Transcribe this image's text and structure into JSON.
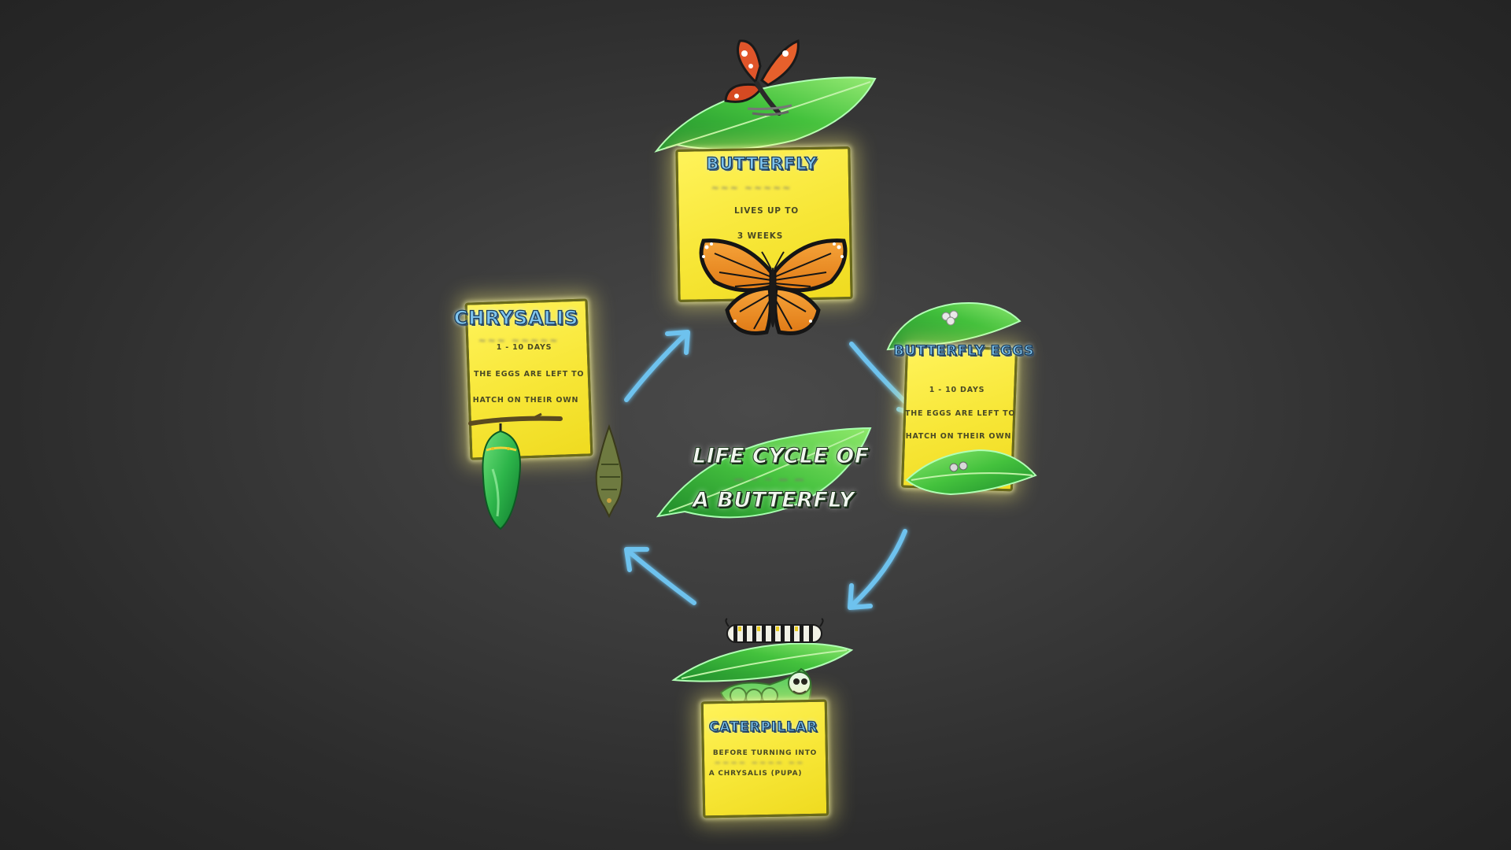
{
  "diagram": {
    "title_line_1": "LIFE CYCLE OF",
    "title_line_2": "A BUTTERFLY",
    "colors": {
      "note_yellow": "#f7e636",
      "leaf_green": "#3fb73a",
      "arrow_blue": "#6ec2ee",
      "heading_blue": "#7fc4ee",
      "background": "#3a3a3a"
    },
    "stages": {
      "butterfly": {
        "name": "BUTTERFLY",
        "line_1": "LIVES UP TO",
        "line_2": "3 WEEKS",
        "icon": "monarch-butterfly-icon"
      },
      "eggs": {
        "name": "BUTTERFLY EGGS",
        "line_1": "1 - 10 DAYS",
        "line_2": "THE EGGS ARE LEFT TO",
        "line_3": "HATCH ON THEIR OWN",
        "icon": "egg-leaf-icon"
      },
      "caterpillar": {
        "name": "CATERPILLAR",
        "line_1": "BEFORE TURNING INTO",
        "line_2": "A CHRYSALIS (PUPA)",
        "icon": "caterpillar-icon"
      },
      "chrysalis": {
        "name": "CHRYSALIS",
        "line_1": "1 - 10 DAYS",
        "line_2": "THE EGGS ARE LEFT TO",
        "line_3": "HATCH ON THEIR OWN",
        "icon": "chrysalis-icon"
      }
    }
  }
}
